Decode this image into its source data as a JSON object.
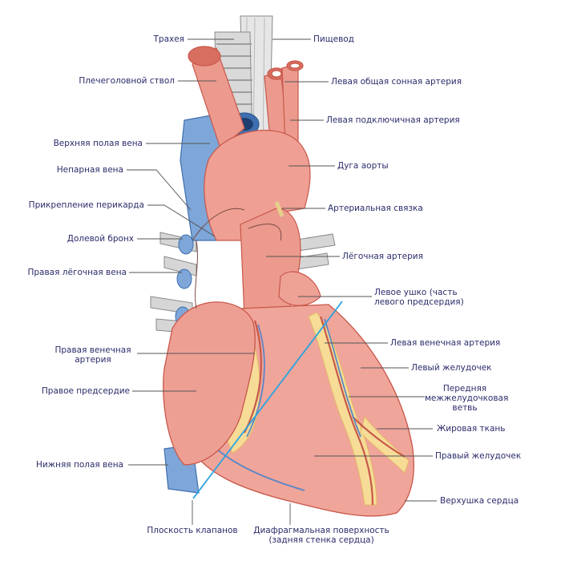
{
  "labels": {
    "trachea": "Трахея",
    "esophagus": "Пищевод",
    "brachiocephalic_trunk": "Плечеголовной ствол",
    "left_common_carotid": "Левая общая сонная артерия",
    "left_subclavian": "Левая подключичная артерия",
    "superior_vena_cava": "Верхняя полая вена",
    "aortic_arch": "Дуга аорты",
    "azygos_vein": "Непарная вена",
    "pericardium_attachment": "Прикрепление перикарда",
    "ligamentum_arteriosum": "Артериальная связка",
    "lobar_bronchus": "Долевой бронх",
    "pulmonary_artery": "Лёгочная артерия",
    "right_pulmonary_vein": "Правая лёгочная вена",
    "left_auricle_line1": "Левое ушко (часть",
    "left_auricle_line2": "левого предсердия)",
    "right_coronary_line1": "Правая венечная",
    "right_coronary_line2": "артерия",
    "left_coronary_artery": "Левая венечная артерия",
    "left_ventricle": "Левый желудочек",
    "right_atrium": "Правое предсердие",
    "anterior_interventricular_line1": "Передняя",
    "anterior_interventricular_line2": "межжелудочковая",
    "anterior_interventricular_line3": "ветвь",
    "adipose_tissue": "Жировая ткань",
    "right_ventricle": "Правый желудочек",
    "inferior_vena_cava": "Нижняя полая вена",
    "apex": "Верхушка сердца",
    "valve_plane": "Плоскость клапанов",
    "diaphragmatic_line1": "Диафрагмальная поверхность",
    "diaphragmatic_line2": "(задняя стенка сердца)"
  },
  "colors": {
    "label_text": "#2b2b6b",
    "leader_line": "#555555",
    "artery": "#ec9a8e",
    "artery_dark": "#c8584a",
    "vein": "#7ea6d8",
    "vein_dark": "#3f6fb0",
    "heart_muscle": "#f0a59a",
    "fat": "#f6dc97",
    "bronchus": "#d9d9d9",
    "valve_plane_line": "#29a3e0"
  }
}
